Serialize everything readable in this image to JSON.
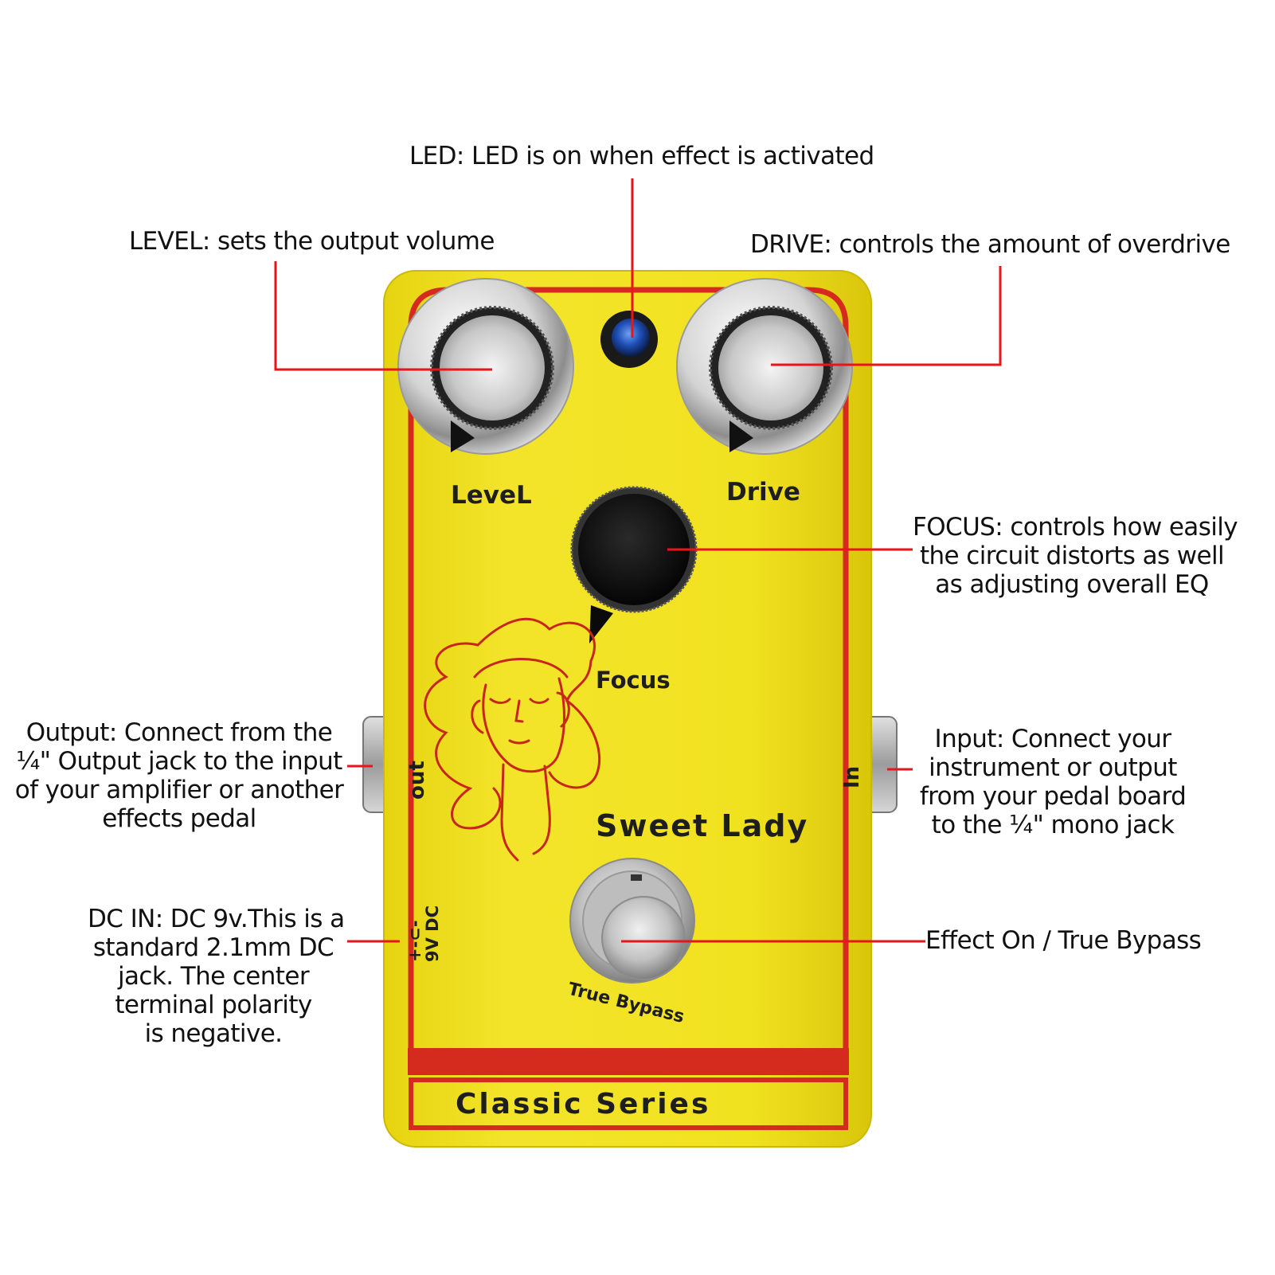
{
  "callouts": {
    "led": "LED: LED is on when effect is activated",
    "level": "LEVEL: sets the output volume",
    "drive": "DRIVE: controls the amount of overdrive",
    "focus": [
      "FOCUS: controls how easily",
      "the circuit distorts as well",
      "as adjusting overall EQ"
    ],
    "output": [
      "Output: Connect from the",
      "¼\" Output jack to the input",
      "of your amplifier or another",
      "effects pedal"
    ],
    "input": [
      "Input: Connect your",
      "instrument or output",
      "from your pedal board",
      "to the ¼\" mono jack"
    ],
    "dc_in": [
      "DC IN: DC 9v.This is a",
      "standard 2.1mm DC",
      "jack. The center",
      "terminal polarity",
      "is negative."
    ],
    "footswitch": "Effect On / True Bypass"
  },
  "pedal": {
    "knob_level": "LeveL",
    "knob_drive": "Drive",
    "knob_focus": "Focus",
    "jack_out": "out",
    "jack_in": "In",
    "power": "9V DC",
    "power_symbol": "+-⊂-",
    "name": "Sweet Lady",
    "bypass": "True Bypass",
    "series": "Classic Series"
  },
  "colors": {
    "body": "#f1e21f",
    "stripe": "#d52b1e",
    "leader": "#e8161b",
    "led": "#1f4fb8"
  }
}
